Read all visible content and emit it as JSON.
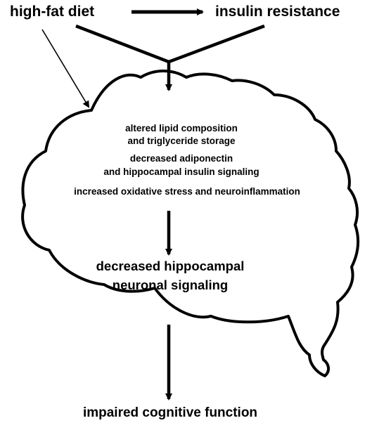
{
  "diagram": {
    "inputs": {
      "diet": "high-fat diet",
      "resistance": "insulin resistance"
    },
    "brain_effects": {
      "lipid_line1": "altered lipid composition",
      "lipid_line2": "and triglyceride storage",
      "adiponectin_line1": "decreased adiponectin",
      "adiponectin_line2": "and hippocampal insulin signaling",
      "stress": "increased oxidative stress and neuroinflammation"
    },
    "signaling": {
      "line1": "decreased hippocampal",
      "line2": "neuronal signaling"
    },
    "outcome": "impaired cognitive function"
  }
}
